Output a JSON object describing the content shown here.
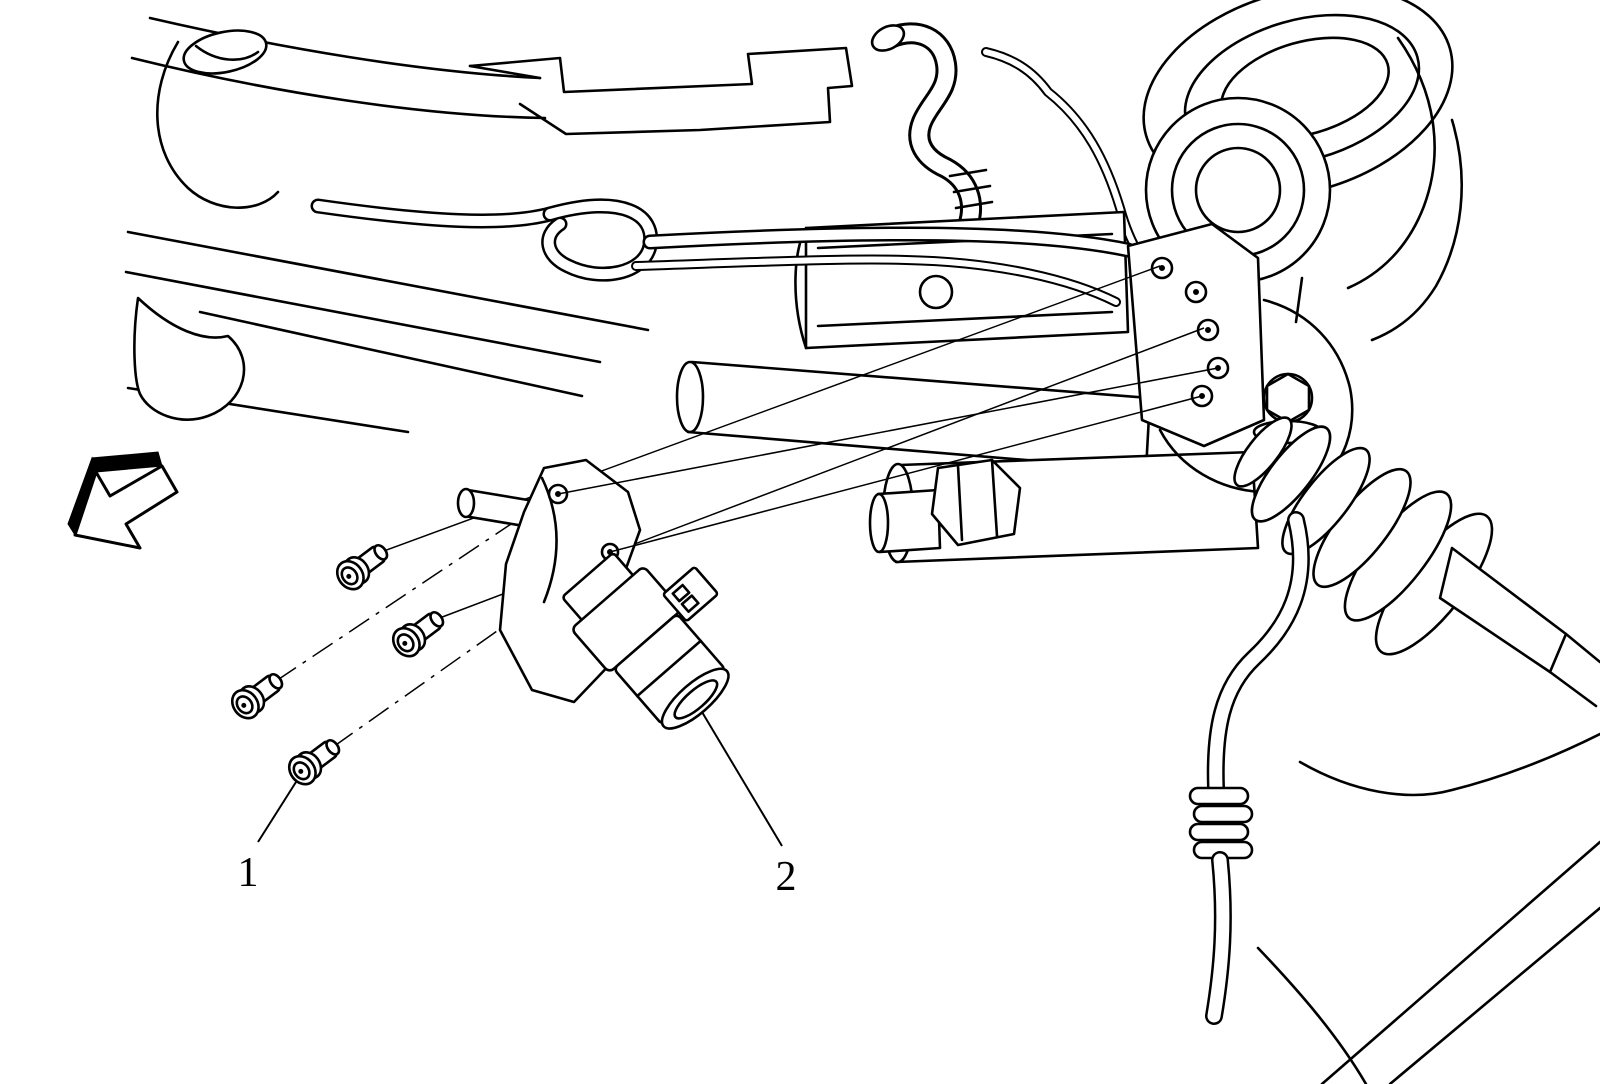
{
  "diagram": {
    "background_color": "#ffffff",
    "line_color": "#000000",
    "callouts": [
      {
        "label": "1"
      },
      {
        "label": "2"
      }
    ],
    "icons": {
      "direction_arrow": "direction-arrow"
    }
  }
}
